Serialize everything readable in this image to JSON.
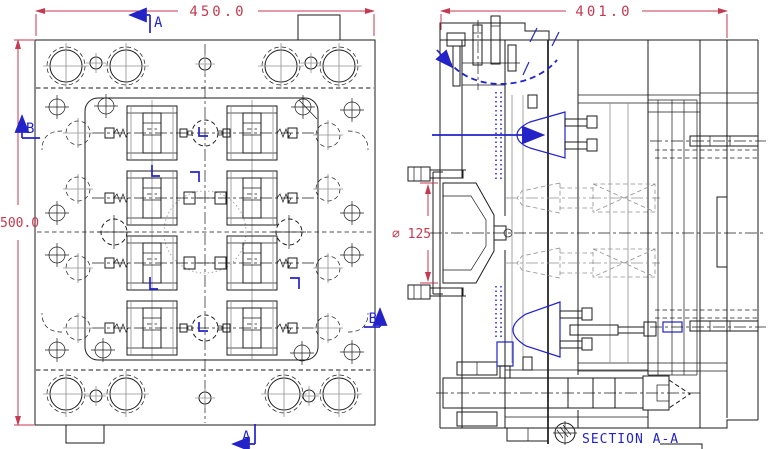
{
  "drawing": {
    "plan_view": {
      "width_dim": "450.0",
      "height_dim": "500.0"
    },
    "section_view": {
      "width_dim": "401.0",
      "diameter_dim": "∅ 125",
      "caption": "SECTION A-A"
    },
    "markers": {
      "a_top": "A",
      "a_bottom": "A",
      "b_left": "B",
      "b_right": "B"
    },
    "colors": {
      "line": "#1b1b1b",
      "ghost": "#909090",
      "dimension": "#c43a50",
      "annotation": "#2323c8",
      "background": "#ffffff"
    }
  }
}
